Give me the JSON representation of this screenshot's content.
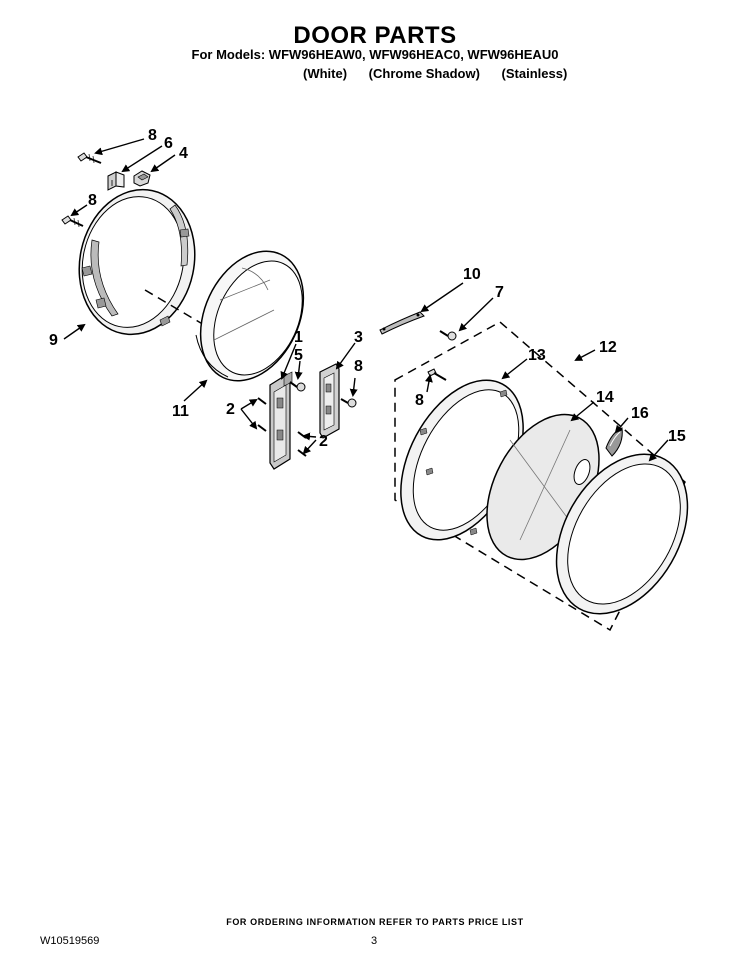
{
  "header": {
    "title": "DOOR PARTS",
    "models_line": "For Models: WFW96HEAW0, WFW96HEAC0, WFW96HEAU0",
    "variants": [
      "(White)",
      "(Chrome Shadow)",
      "(Stainless)"
    ]
  },
  "callouts": {
    "c8a": "8",
    "c6": "6",
    "c4": "4",
    "c8b": "8",
    "c9": "9",
    "c11": "11",
    "c1": "1",
    "c5": "5",
    "c3": "3",
    "c8c": "8",
    "c2a": "2",
    "c2b": "2",
    "c10": "10",
    "c7": "7",
    "c12": "12",
    "c13": "13",
    "c8d": "8",
    "c14": "14",
    "c16": "16",
    "c15": "15"
  },
  "footer": {
    "ordering_note": "FOR ORDERING INFORMATION REFER TO PARTS PRICE LIST",
    "doc_id": "W10519569",
    "page_number": "3"
  }
}
